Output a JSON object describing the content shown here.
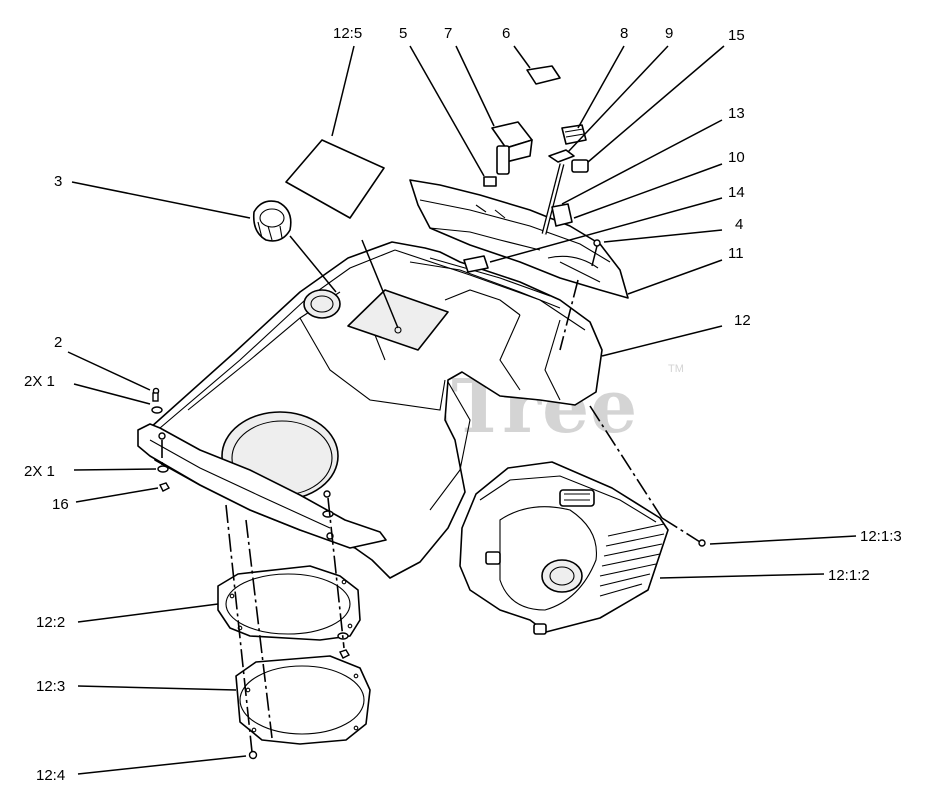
{
  "watermark": {
    "text": "PartsTree",
    "trademark": "TM"
  },
  "callouts": {
    "c_12_5": "12:5",
    "c_5": "5",
    "c_7": "7",
    "c_6": "6",
    "c_8": "8",
    "c_9": "9",
    "c_15": "15",
    "c_13": "13",
    "c_10": "10",
    "c_14": "14",
    "c_4": "4",
    "c_11": "11",
    "c_3": "3",
    "c_12": "12",
    "c_2": "2",
    "c_2x1_top": "2X 1",
    "c_2x1_bottom": "2X 1",
    "c_16": "16",
    "c_12_1_3": "12:1:3",
    "c_12_1_2": "12:1:2",
    "c_12_2": "12:2",
    "c_12_3": "12:3",
    "c_12_4": "12:4"
  }
}
